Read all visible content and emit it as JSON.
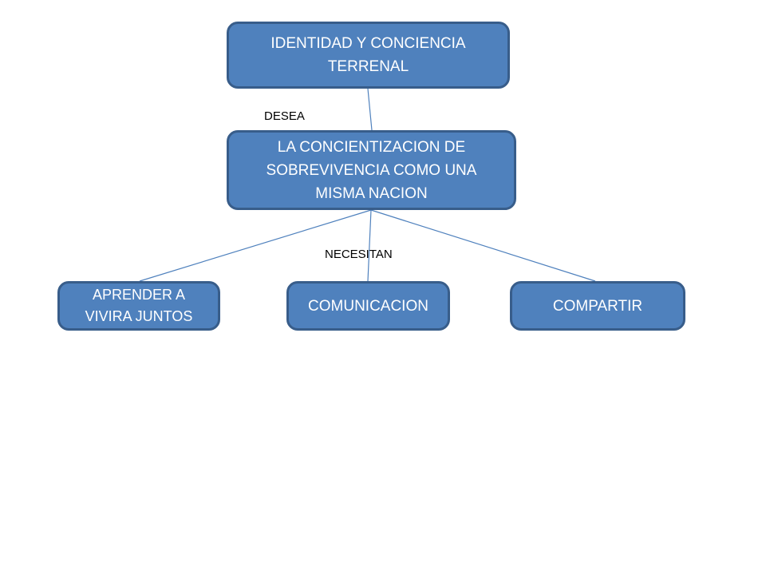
{
  "diagram": {
    "nodes": {
      "top": "IDENTIDAD Y CONCIENCIA TERRENAL",
      "middle": "LA CONCIENTIZACION DE SOBREVIVENCIA COMO UNA MISMA NACION",
      "left": "APRENDER A VIVIRA JUNTOS",
      "center": "COMUNICACION",
      "right": "COMPARTIR"
    },
    "edge_labels": {
      "top_to_middle": "DESEA",
      "middle_to_children": "NECESITAN"
    },
    "colors": {
      "node_fill": "#4f81bd",
      "node_border": "#385d8a",
      "node_text": "#ffffff",
      "connector": "#4f81bd"
    }
  }
}
